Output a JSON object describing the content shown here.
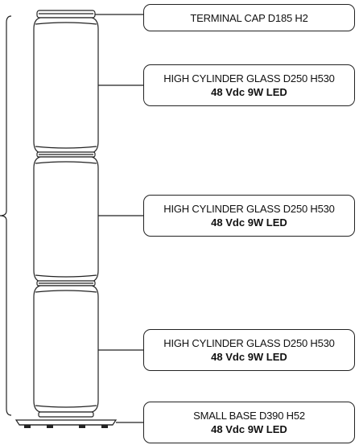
{
  "callouts": {
    "cap": {
      "name": "TERMINAL CAP D185 H2"
    },
    "glass_1": {
      "name": "HIGH CYLINDER GLASS D250 H530",
      "spec": "48 Vdc 9W LED"
    },
    "glass_2": {
      "name": "HIGH CYLINDER GLASS D250 H530",
      "spec": "48 Vdc 9W LED"
    },
    "glass_3": {
      "name": "HIGH CYLINDER GLASS D250 H530",
      "spec": "48 Vdc 9W LED"
    },
    "base": {
      "name": "SMALL BASE D390 H52",
      "spec": "48 Vdc 9W LED"
    }
  },
  "colors": {
    "line": "#222222",
    "fill": "#ffffff"
  }
}
